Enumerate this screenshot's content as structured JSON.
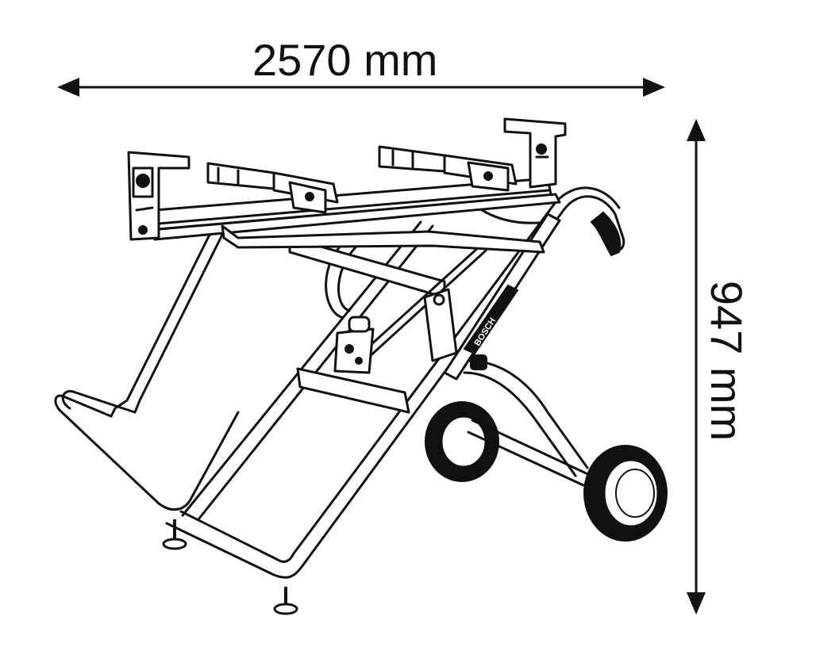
{
  "dimensions": {
    "width_label": "2570 mm",
    "height_label": "947 mm"
  },
  "product": {
    "brand_marking": "BOSCH",
    "depicts": "rolling-miter-saw-stand"
  },
  "colors": {
    "line": "#111111",
    "background": "#ffffff"
  }
}
